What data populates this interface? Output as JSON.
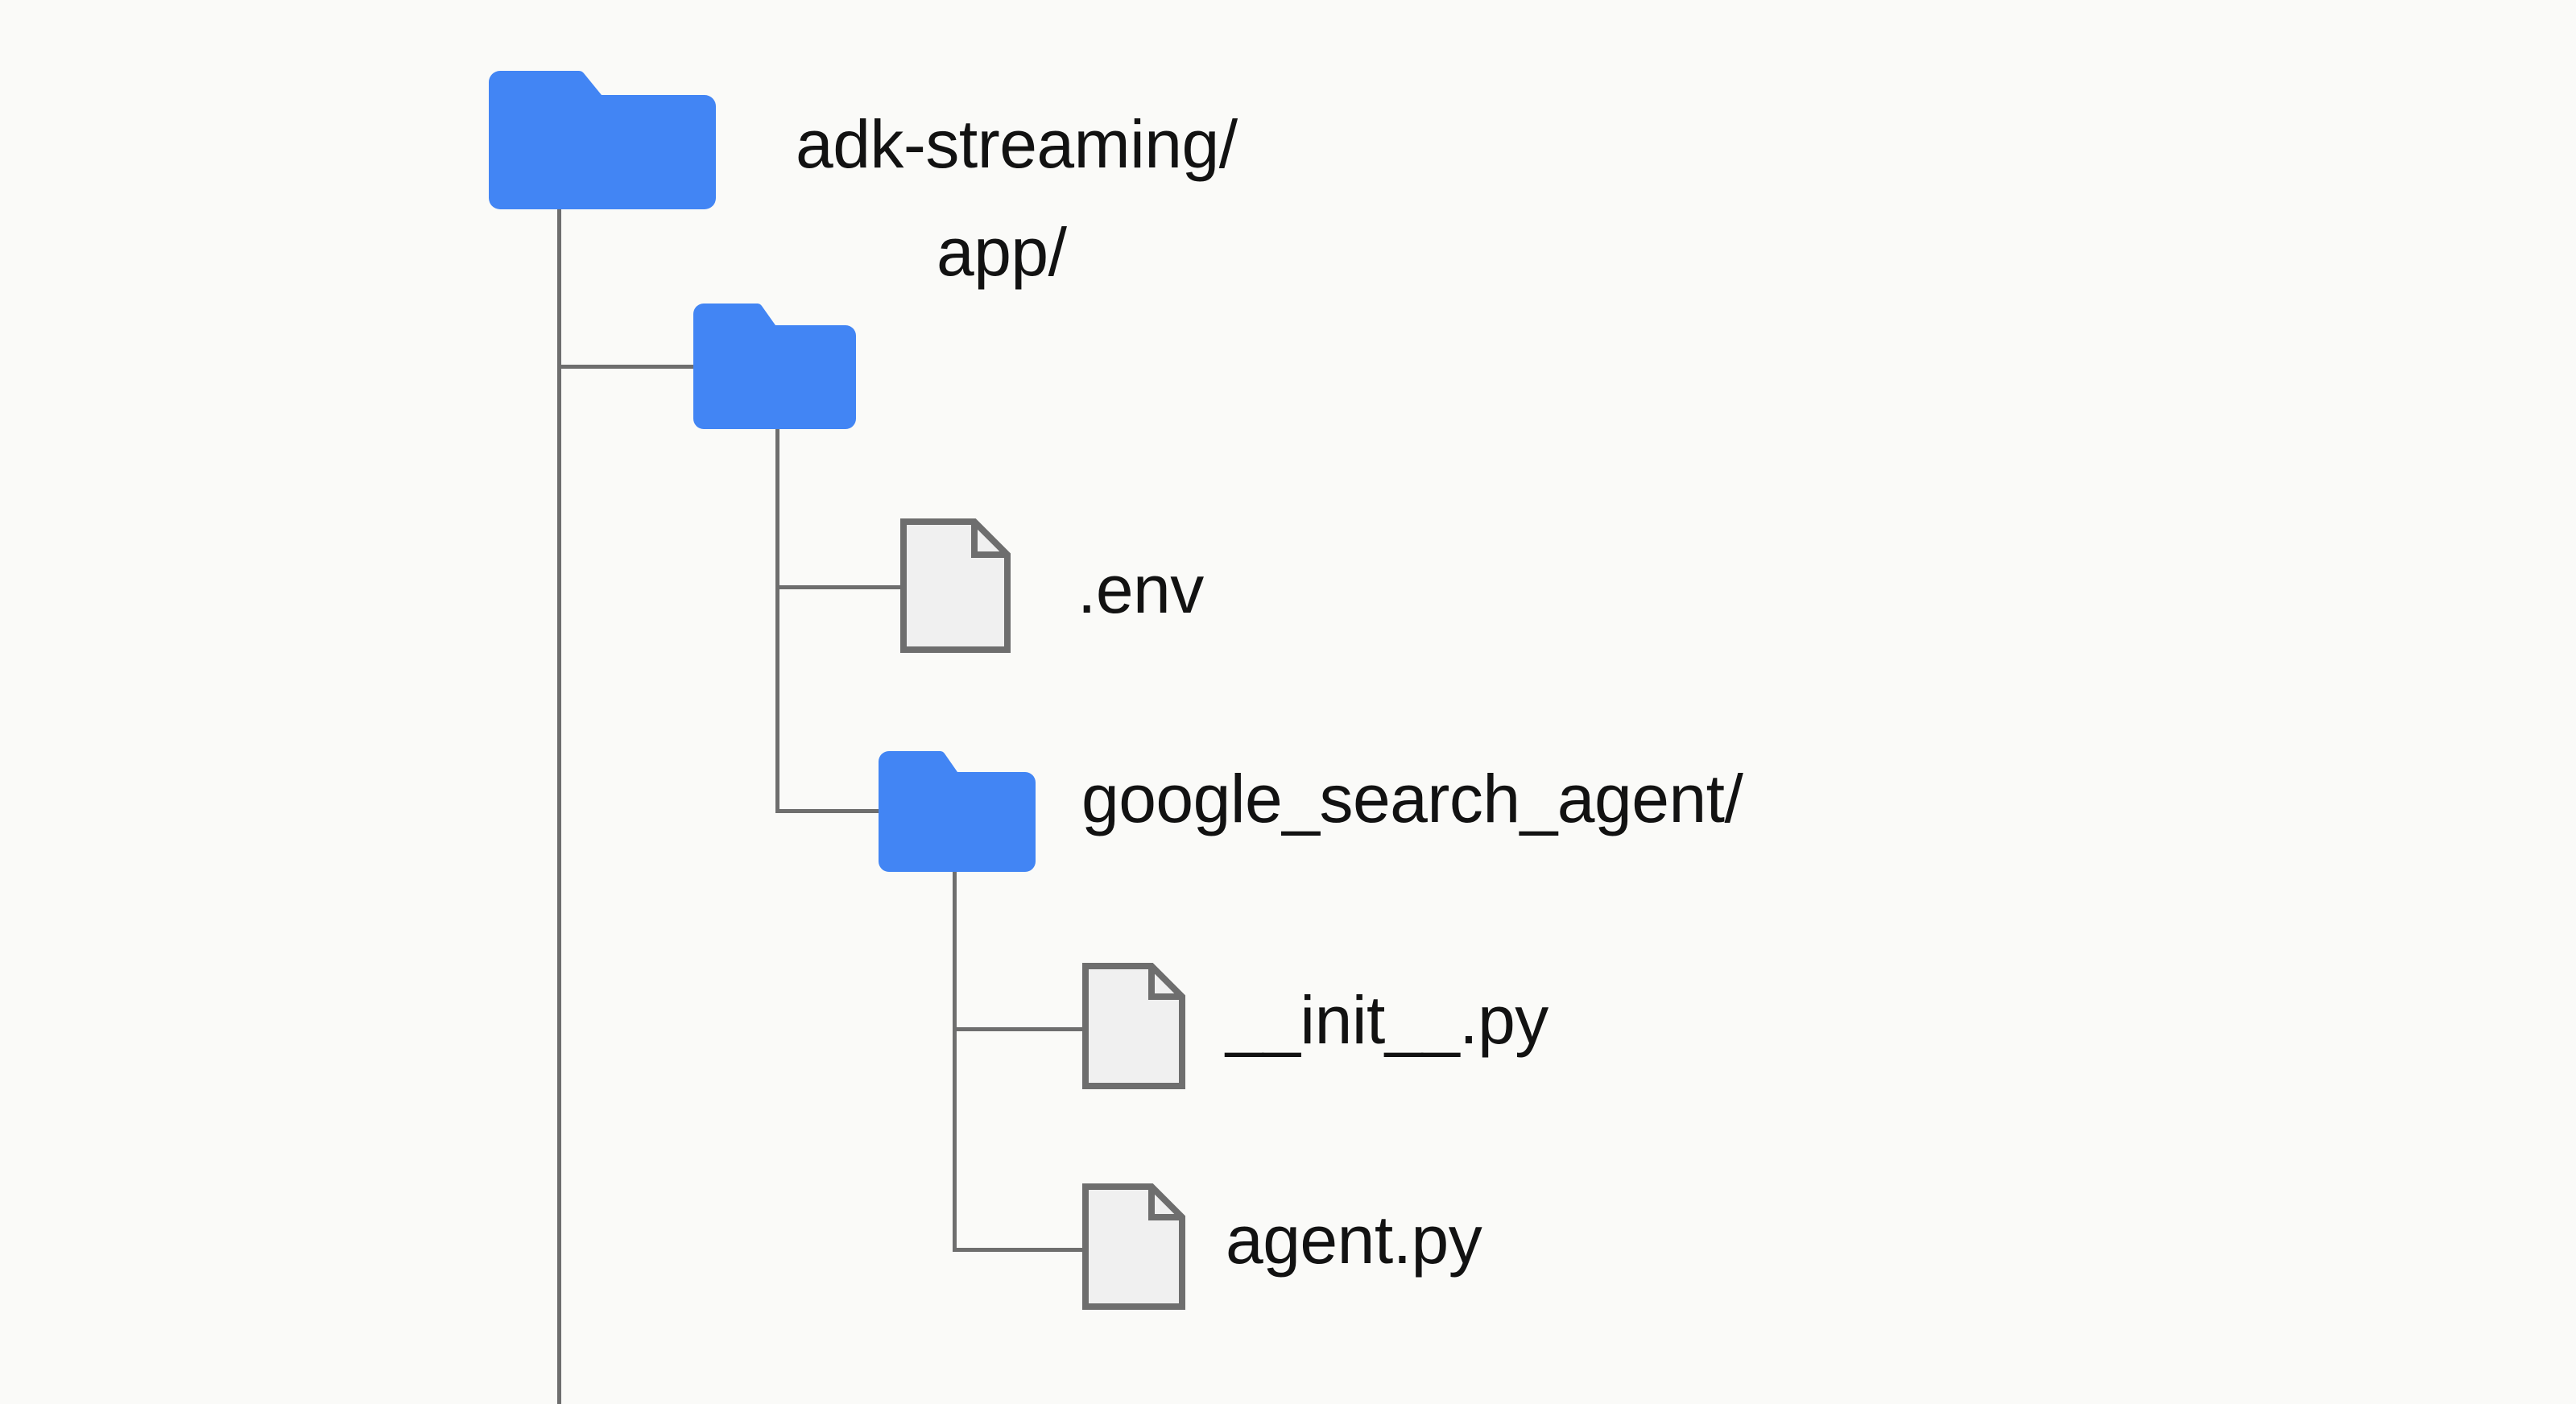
{
  "diagram": {
    "title": "adk-streaming project file tree",
    "type": "file-tree",
    "background_color": "#fafaf8",
    "folder_color": "#4285f4",
    "file_fill_color": "#f0f0f0",
    "file_stroke_color": "#6e6e6e",
    "connector_color": "#6e6e6e",
    "text_color": "#121212"
  },
  "tree": {
    "nodes": [
      {
        "id": "root",
        "label": "adk-streaming/",
        "kind": "folder",
        "depth": 0,
        "icon": "folder-icon"
      },
      {
        "id": "app",
        "label": "app/",
        "kind": "folder",
        "depth": 1,
        "icon": "folder-icon",
        "parent": "root"
      },
      {
        "id": "env",
        "label": ".env",
        "kind": "file",
        "depth": 2,
        "icon": "file-icon",
        "parent": "app"
      },
      {
        "id": "google_search_agent",
        "label": "google_search_agent/",
        "kind": "folder",
        "depth": 2,
        "icon": "folder-icon",
        "parent": "app"
      },
      {
        "id": "init_py",
        "label": "__init__.py",
        "kind": "file",
        "depth": 3,
        "icon": "file-icon",
        "parent": "google_search_agent"
      },
      {
        "id": "agent_py",
        "label": "agent.py",
        "kind": "file",
        "depth": 3,
        "icon": "file-icon",
        "parent": "google_search_agent"
      }
    ]
  }
}
